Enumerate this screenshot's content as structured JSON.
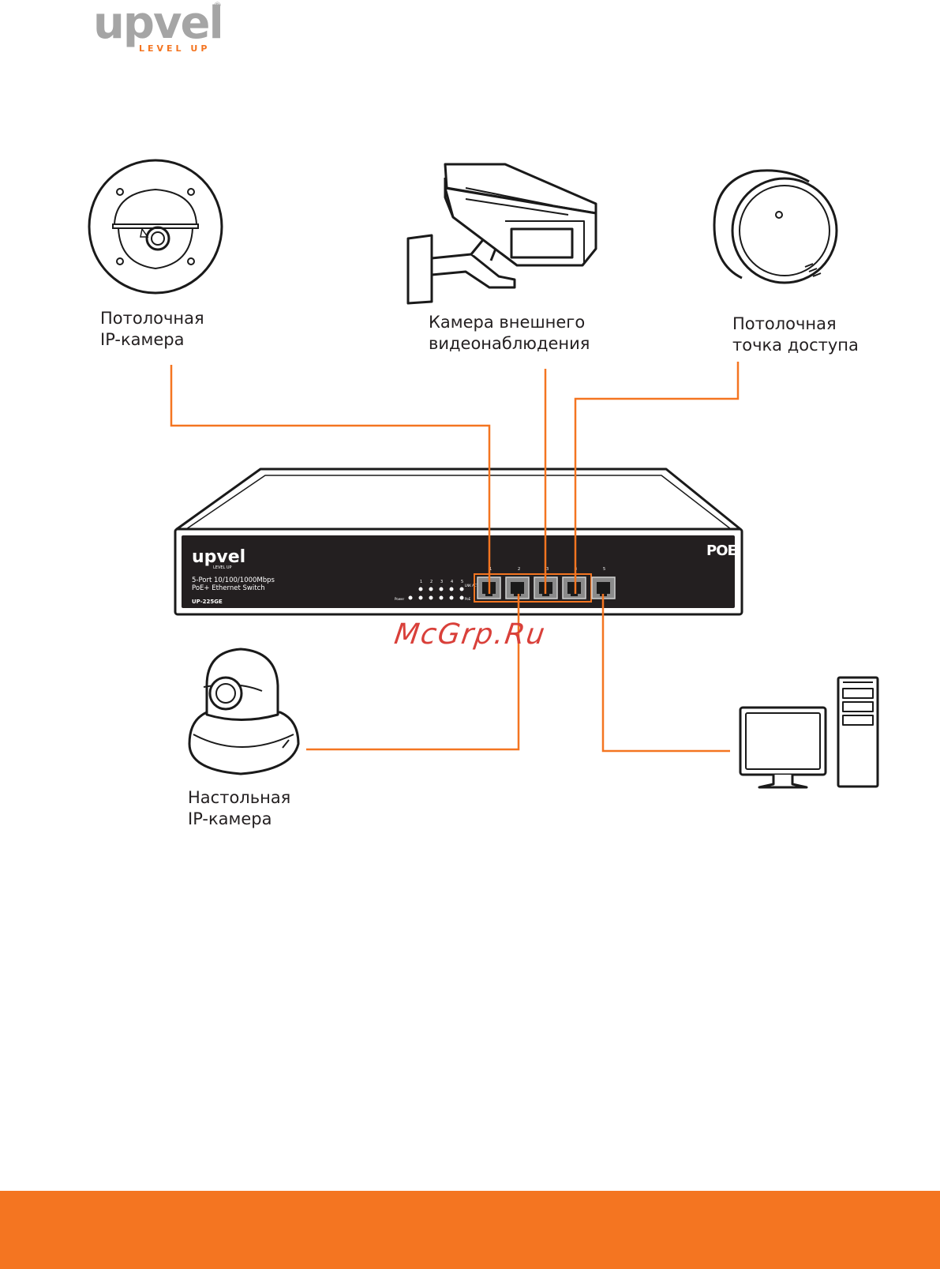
{
  "header": {
    "logo_text": "upvel",
    "logo_tagline": "LEVEL UP",
    "logo_reg": "®"
  },
  "devices": {
    "ceiling_camera": {
      "line1": "Потолочная",
      "line2": "IP-камера",
      "icon": "dome-camera-icon"
    },
    "outdoor_camera": {
      "line1": "Камера внешнего",
      "line2": "видеонаблюдения",
      "icon": "outdoor-camera-icon"
    },
    "ceiling_ap": {
      "line1": "Потолочная",
      "line2": "точка доступа",
      "icon": "ceiling-access-point-icon"
    },
    "desktop_camera": {
      "line1": "Настольная",
      "line2": "IP-камера",
      "icon": "ptz-camera-icon"
    },
    "computer": {
      "icon": "desktop-computer-icon"
    }
  },
  "switch": {
    "brand": "upvel",
    "brand_tag": "LEVEL UP",
    "desc_line1": "5-Port 10/100/1000Mbps",
    "desc_line2": "PoE+ Ethernet Switch",
    "model": "UP-225GE",
    "poe_badge": "POE",
    "led_numbers": [
      "1",
      "2",
      "3",
      "4",
      "5"
    ],
    "lnk_act_label": "LNK ACT",
    "power_label": "Power",
    "poe_label": "PoE",
    "port_numbers": [
      "1",
      "2",
      "3",
      "4",
      "5"
    ]
  },
  "watermark": "McGrp.Ru",
  "colors": {
    "accent_orange": "#f47521",
    "logo_gray": "#a5a5a5",
    "switch_face": "#231f20",
    "outline": "#1a1a1a",
    "port_fill": "#8a8a8a"
  }
}
